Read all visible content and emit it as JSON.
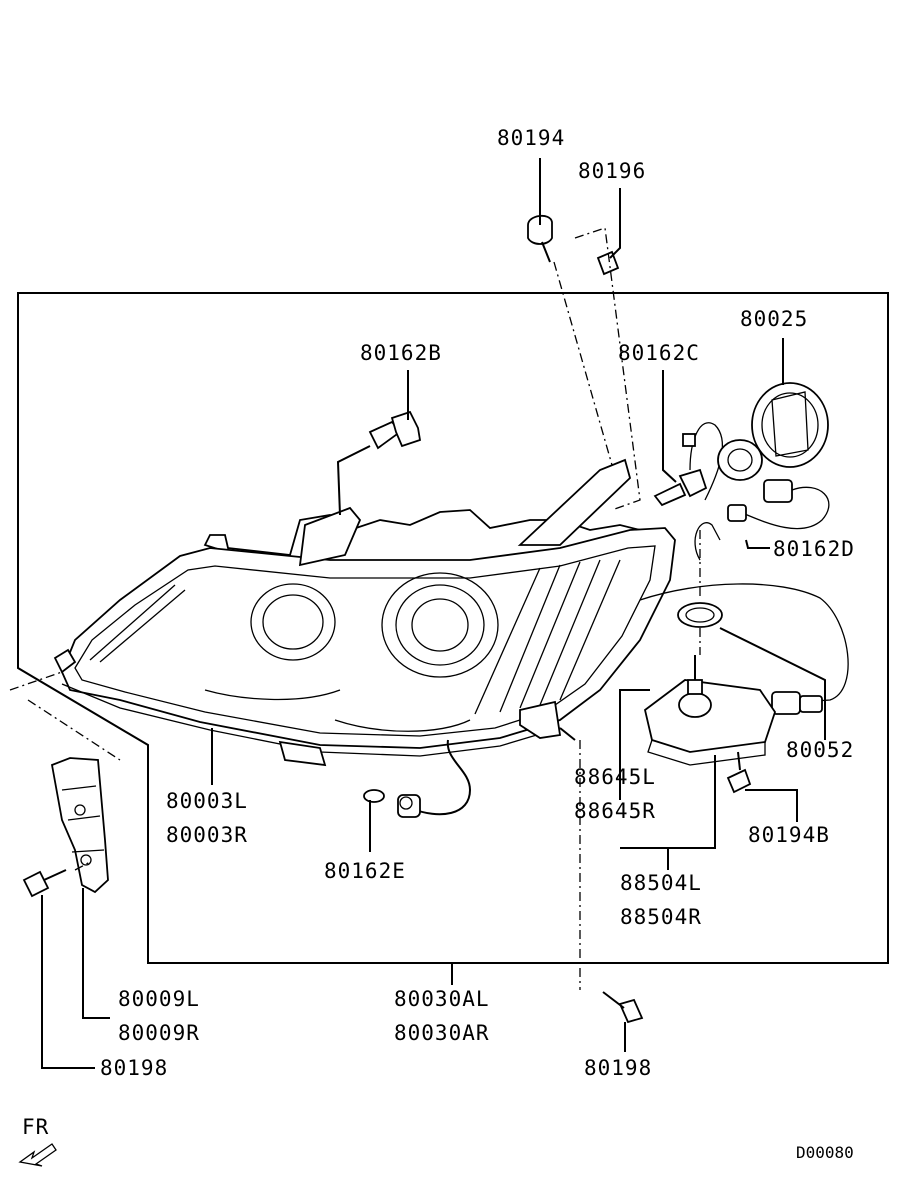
{
  "diagram": {
    "labels": {
      "p80194": "80194",
      "p80196": "80196",
      "p80025": "80025",
      "p80162B": "80162B",
      "p80162C": "80162C",
      "p80162D": "80162D",
      "p80052": "80052",
      "p88645L": "88645L",
      "p88645R": "88645R",
      "p80194B": "80194B",
      "p88504L": "88504L",
      "p88504R": "88504R",
      "p80003L": "80003L",
      "p80003R": "80003R",
      "p80162E": "80162E",
      "p80009L": "80009L",
      "p80009R": "80009R",
      "p80030AL": "80030AL",
      "p80030AR": "80030AR",
      "p80198_left": "80198",
      "p80198_right": "80198"
    },
    "direction_indicator": "FR",
    "diagram_code": "D00080"
  }
}
